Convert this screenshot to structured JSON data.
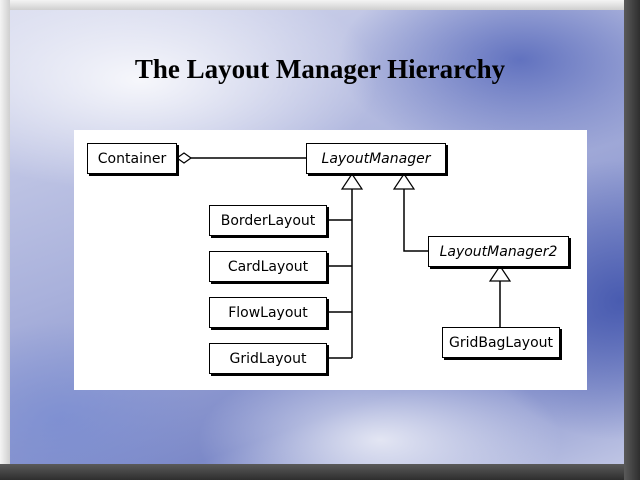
{
  "slide": {
    "title": "The Layout Manager Hierarchy"
  },
  "diagram": {
    "classes": {
      "container": "Container",
      "layout_manager": "LayoutManager",
      "border_layout": "BorderLayout",
      "card_layout": "CardLayout",
      "flow_layout": "FlowLayout",
      "grid_layout": "GridLayout",
      "layout_manager2": "LayoutManager2",
      "grid_bag_layout": "GridBagLayout"
    },
    "abstract_classes": [
      "LayoutManager",
      "LayoutManager2"
    ],
    "relations": [
      {
        "type": "aggregation",
        "from": "Container",
        "to": "LayoutManager"
      },
      {
        "type": "generalization",
        "from": "BorderLayout",
        "to": "LayoutManager"
      },
      {
        "type": "generalization",
        "from": "CardLayout",
        "to": "LayoutManager"
      },
      {
        "type": "generalization",
        "from": "FlowLayout",
        "to": "LayoutManager"
      },
      {
        "type": "generalization",
        "from": "GridLayout",
        "to": "LayoutManager"
      },
      {
        "type": "generalization",
        "from": "LayoutManager2",
        "to": "LayoutManager"
      },
      {
        "type": "generalization",
        "from": "GridBagLayout",
        "to": "LayoutManager2"
      }
    ]
  }
}
